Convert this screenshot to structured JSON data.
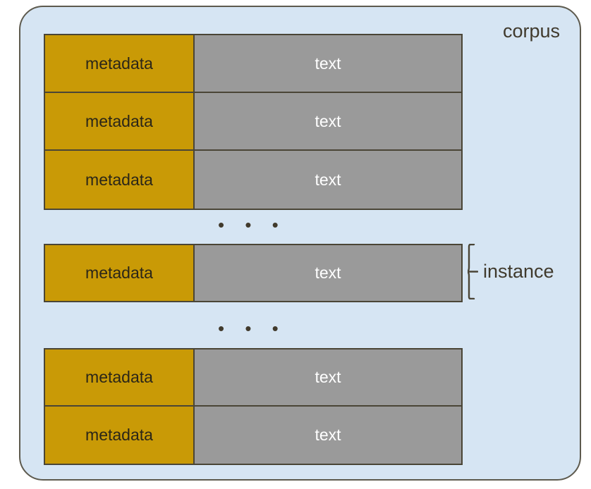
{
  "diagram": {
    "title": "corpus",
    "container": {
      "label": "corpus",
      "fill_color": "#d6e5f3",
      "border_color": "#5d5a4e"
    },
    "legend": {
      "instance_label": "instance",
      "brace_color": "#4a4536"
    },
    "cell_colors": {
      "metadata_fill": "#c99a06",
      "metadata_text": "#2b2618",
      "text_fill": "#9a9a9a",
      "text_text": "#ffffff",
      "cell_border": "#4a4536"
    },
    "ellipsis": "• • •",
    "groups": [
      {
        "id": "group-top",
        "rows": [
          {
            "metadata": "metadata",
            "text": "text"
          },
          {
            "metadata": "metadata",
            "text": "text"
          },
          {
            "metadata": "metadata",
            "text": "text"
          }
        ]
      },
      {
        "id": "group-middle",
        "rows": [
          {
            "metadata": "metadata",
            "text": "text"
          }
        ]
      },
      {
        "id": "group-bottom",
        "rows": [
          {
            "metadata": "metadata",
            "text": "text"
          },
          {
            "metadata": "metadata",
            "text": "text"
          }
        ]
      }
    ]
  }
}
